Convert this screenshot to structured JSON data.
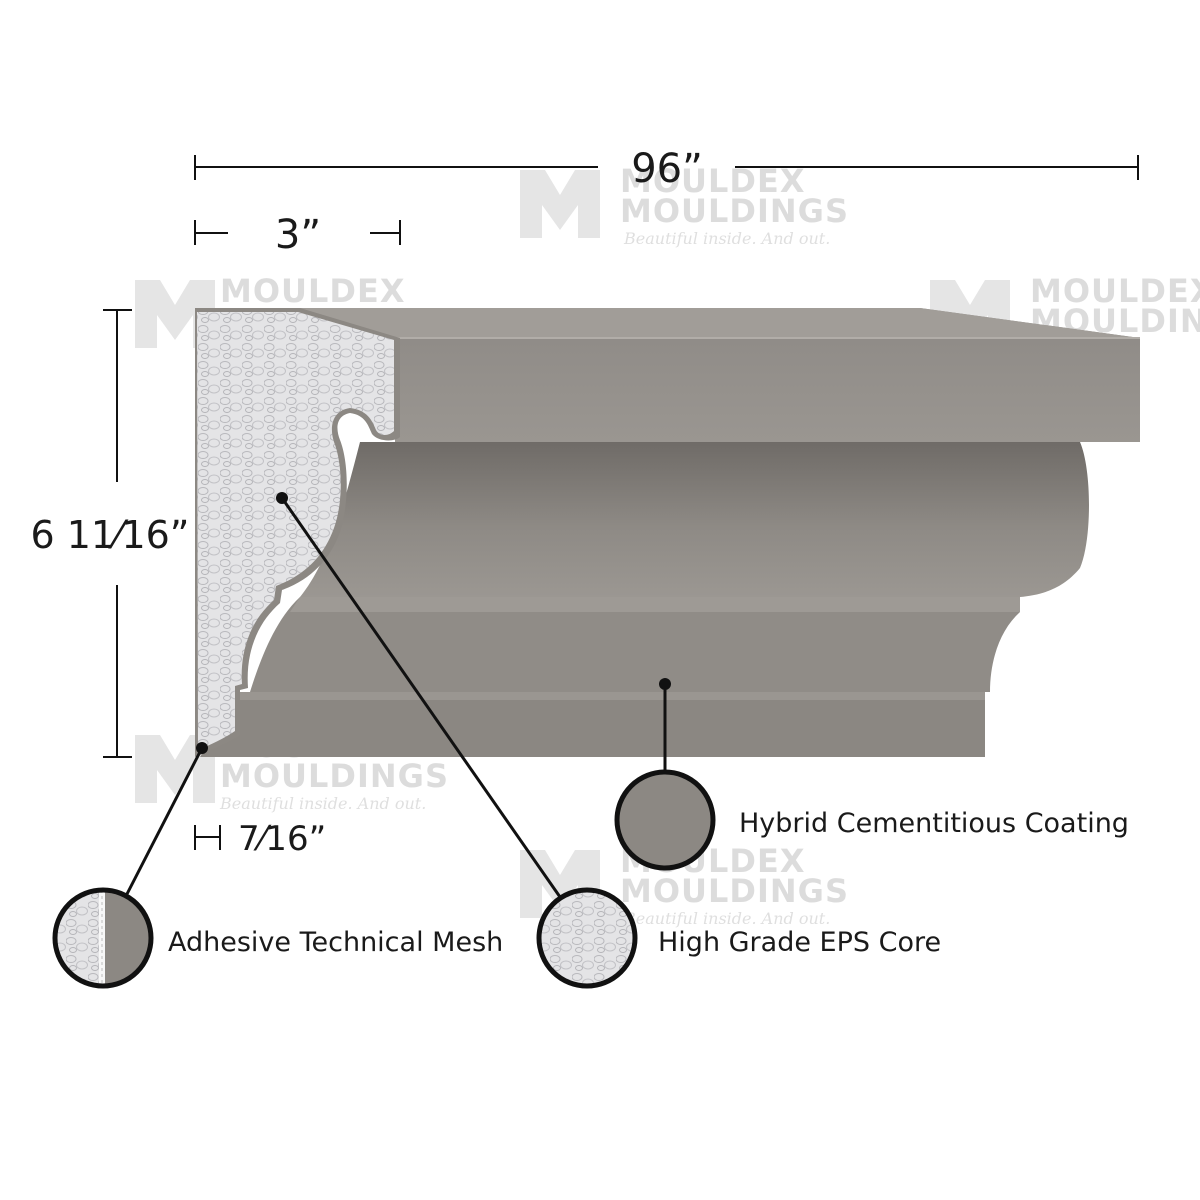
{
  "dimensions": {
    "length": "96”",
    "width": "3”",
    "height": "6 11⁄16”",
    "coating_thickness": "7⁄16”"
  },
  "callouts": {
    "coating": "Hybrid Cementitious Coating",
    "core": "High Grade EPS Core",
    "mesh": "Adhesive Technical Mesh"
  },
  "watermark": {
    "line1": "MOULDEX",
    "line2": "MOULDINGS",
    "tagline": "Beautiful inside. And out."
  },
  "colors": {
    "coating": "#8f8b86",
    "core": "#e3e3e5",
    "line": "#111111"
  }
}
